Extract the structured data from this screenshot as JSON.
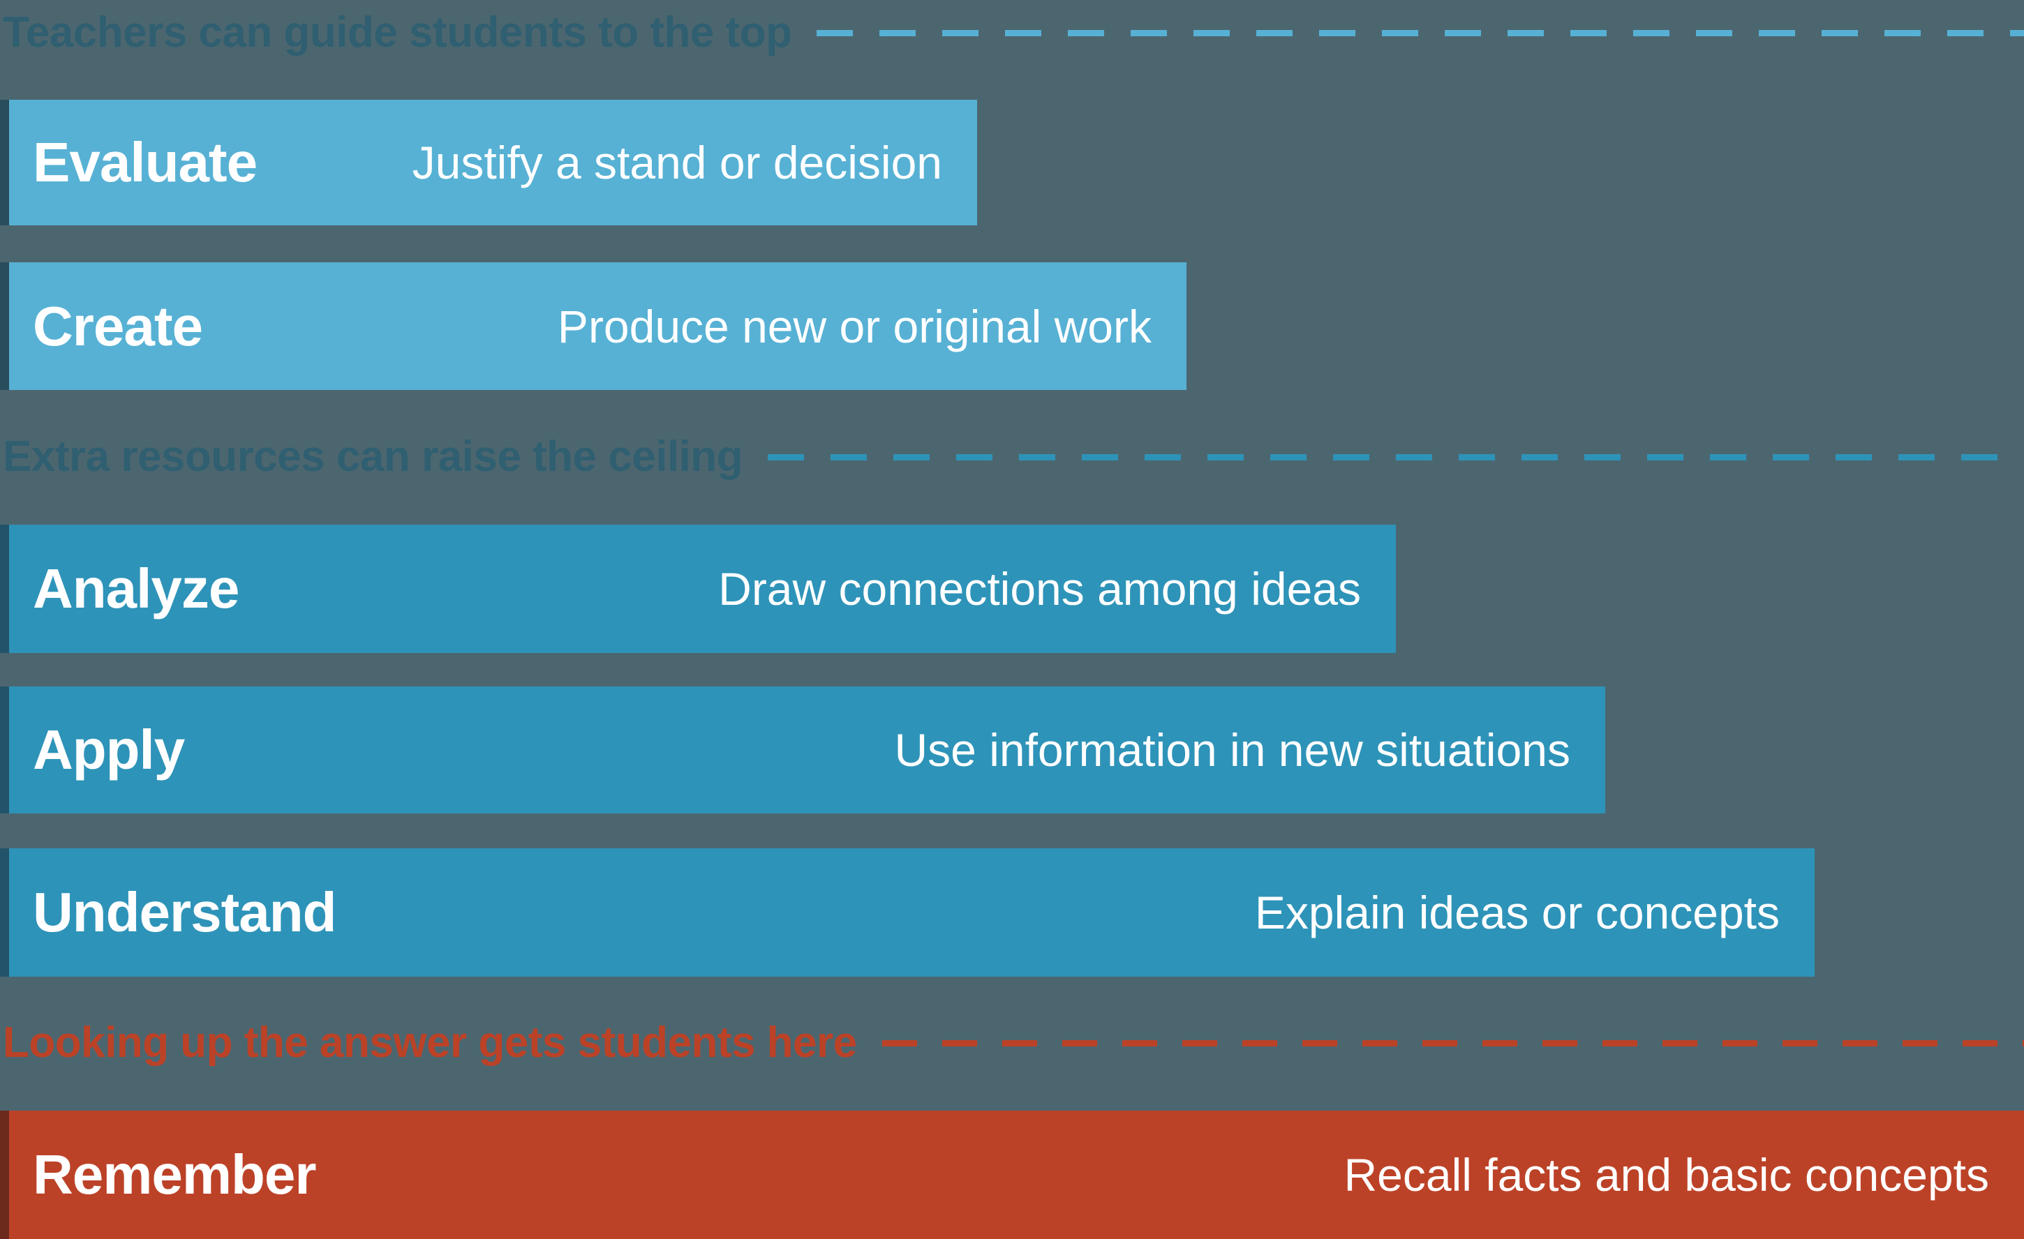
{
  "chart_data": {
    "type": "bar",
    "title": "",
    "xlabel": "",
    "ylabel": "",
    "orientation": "horizontal",
    "background_color": "#4c6670",
    "grid": false,
    "legend": "none",
    "xlim": [
      0,
      100
    ],
    "categories": [
      "Evaluate",
      "Create",
      "Analyze",
      "Apply",
      "Understand",
      "Remember"
    ],
    "values": [
      47.8,
      58.2,
      68.6,
      78.9,
      89.3,
      100
    ],
    "value_unit": "percent of full chart width",
    "bar_descriptions": [
      "Justify a stand or decision",
      "Produce new or original work",
      "Draw connections among ideas",
      "Use information in new situations",
      "Explain ideas or concepts",
      "Recall facts and basic concepts"
    ],
    "bar_colors": [
      "#57b1d4",
      "#57b1d4",
      "#2e93b8",
      "#2e93b8",
      "#2e93b8",
      "#bc4227"
    ],
    "annotations": [
      {
        "text": "Teachers can guide students to the top",
        "color": "#2f5f70",
        "rule_color": "#57b1d4",
        "y": 46
      },
      {
        "text": "Extra resources can raise the ceiling",
        "color": "#2f5f70",
        "rule_color": "#2e93b8",
        "y": 656
      },
      {
        "text": "Looking up the answer gets students here",
        "color": "#bc4227",
        "rule_color": "#bc4227",
        "y": 1496
      }
    ]
  },
  "annotations": {
    "top": {
      "label": "Teachers can guide students to the top"
    },
    "middle": {
      "label": "Extra resources can raise the ceiling"
    },
    "bottom": {
      "label": "Looking up the answer gets students here"
    }
  },
  "bars": [
    {
      "title": "Evaluate",
      "desc": "Justify a stand or decision"
    },
    {
      "title": "Create",
      "desc": "Produce new or original work"
    },
    {
      "title": "Analyze",
      "desc": "Draw connections among ideas"
    },
    {
      "title": "Apply",
      "desc": "Use information in new situations"
    },
    {
      "title": "Understand",
      "desc": "Explain ideas or concepts"
    },
    {
      "title": "Remember",
      "desc": "Recall facts and basic concepts"
    }
  ],
  "colors": {
    "background": "#4c6670",
    "bar_light_blue": "#57b1d4",
    "bar_light_blue_edge": "#2a4d5c",
    "bar_mid_blue": "#2e93b8",
    "bar_mid_blue_edge": "#23536a",
    "bar_red": "#bc4227",
    "bar_red_edge": "#6b2a1c",
    "annotation_teal": "#2f5f70",
    "annotation_red": "#bc4227",
    "bar_text": "#ffffff"
  }
}
